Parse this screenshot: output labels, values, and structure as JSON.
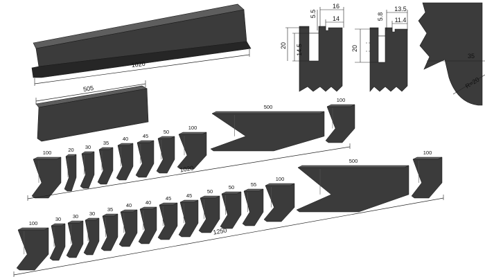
{
  "colors": {
    "tool_top": "#5e5e5e",
    "tool_face": "#3b3b3b",
    "tool_dark": "#262626",
    "tool_edge": "#1a1a1a",
    "background": "#ffffff"
  },
  "long_punch": {
    "length_label": "1020"
  },
  "medium_punch": {
    "length_label": "505"
  },
  "row1": {
    "pieces": [
      "100",
      "20",
      "30",
      "35",
      "40",
      "45",
      "50",
      "100",
      "500",
      "100"
    ],
    "total_label": "1020"
  },
  "row2": {
    "pieces": [
      "100",
      "30",
      "30",
      "30",
      "35",
      "40",
      "40",
      "45",
      "45",
      "50",
      "50",
      "55",
      "100",
      "500",
      "100"
    ],
    "total_label": "1250"
  },
  "profile_a": {
    "top_width": "16",
    "inner_width": "14",
    "tip_offset": "5.5",
    "height": "20",
    "tip_height": "14.5"
  },
  "profile_b": {
    "top_width": "13.5",
    "inner_width": "11.4",
    "tip_offset": "5.8",
    "height": "20"
  },
  "profile_c": {
    "offset": "35",
    "radius": "R=20"
  }
}
